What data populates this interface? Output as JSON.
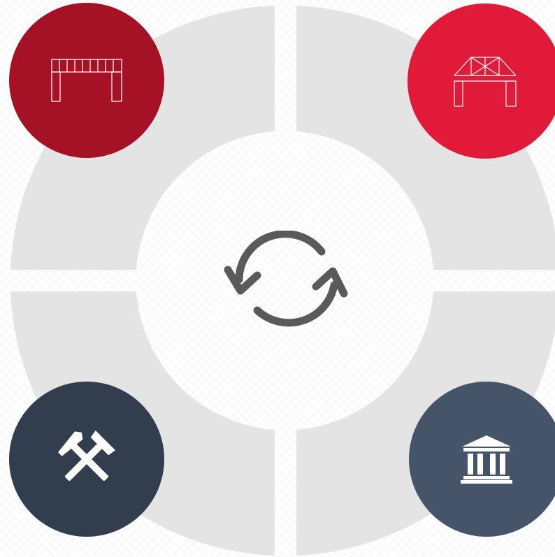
{
  "diagram": {
    "colors": {
      "ring": "#e4e4e4",
      "background": "#ffffff",
      "top_left_circle": "#a51125",
      "top_right_circle": "#e21a3a",
      "bottom_left_circle": "#323d4e",
      "bottom_right_circle": "#46546a",
      "icon_line": "#ffffff",
      "cycle_icon": "#5a5a5a"
    },
    "nodes": [
      {
        "position": "top-left",
        "icon": "frame-structure-icon"
      },
      {
        "position": "top-right",
        "icon": "truss-bridge-icon"
      },
      {
        "position": "bottom-left",
        "icon": "crossed-hammers-icon"
      },
      {
        "position": "bottom-right",
        "icon": "bank-building-icon"
      }
    ],
    "center_icon": "refresh-cycle-icon"
  }
}
